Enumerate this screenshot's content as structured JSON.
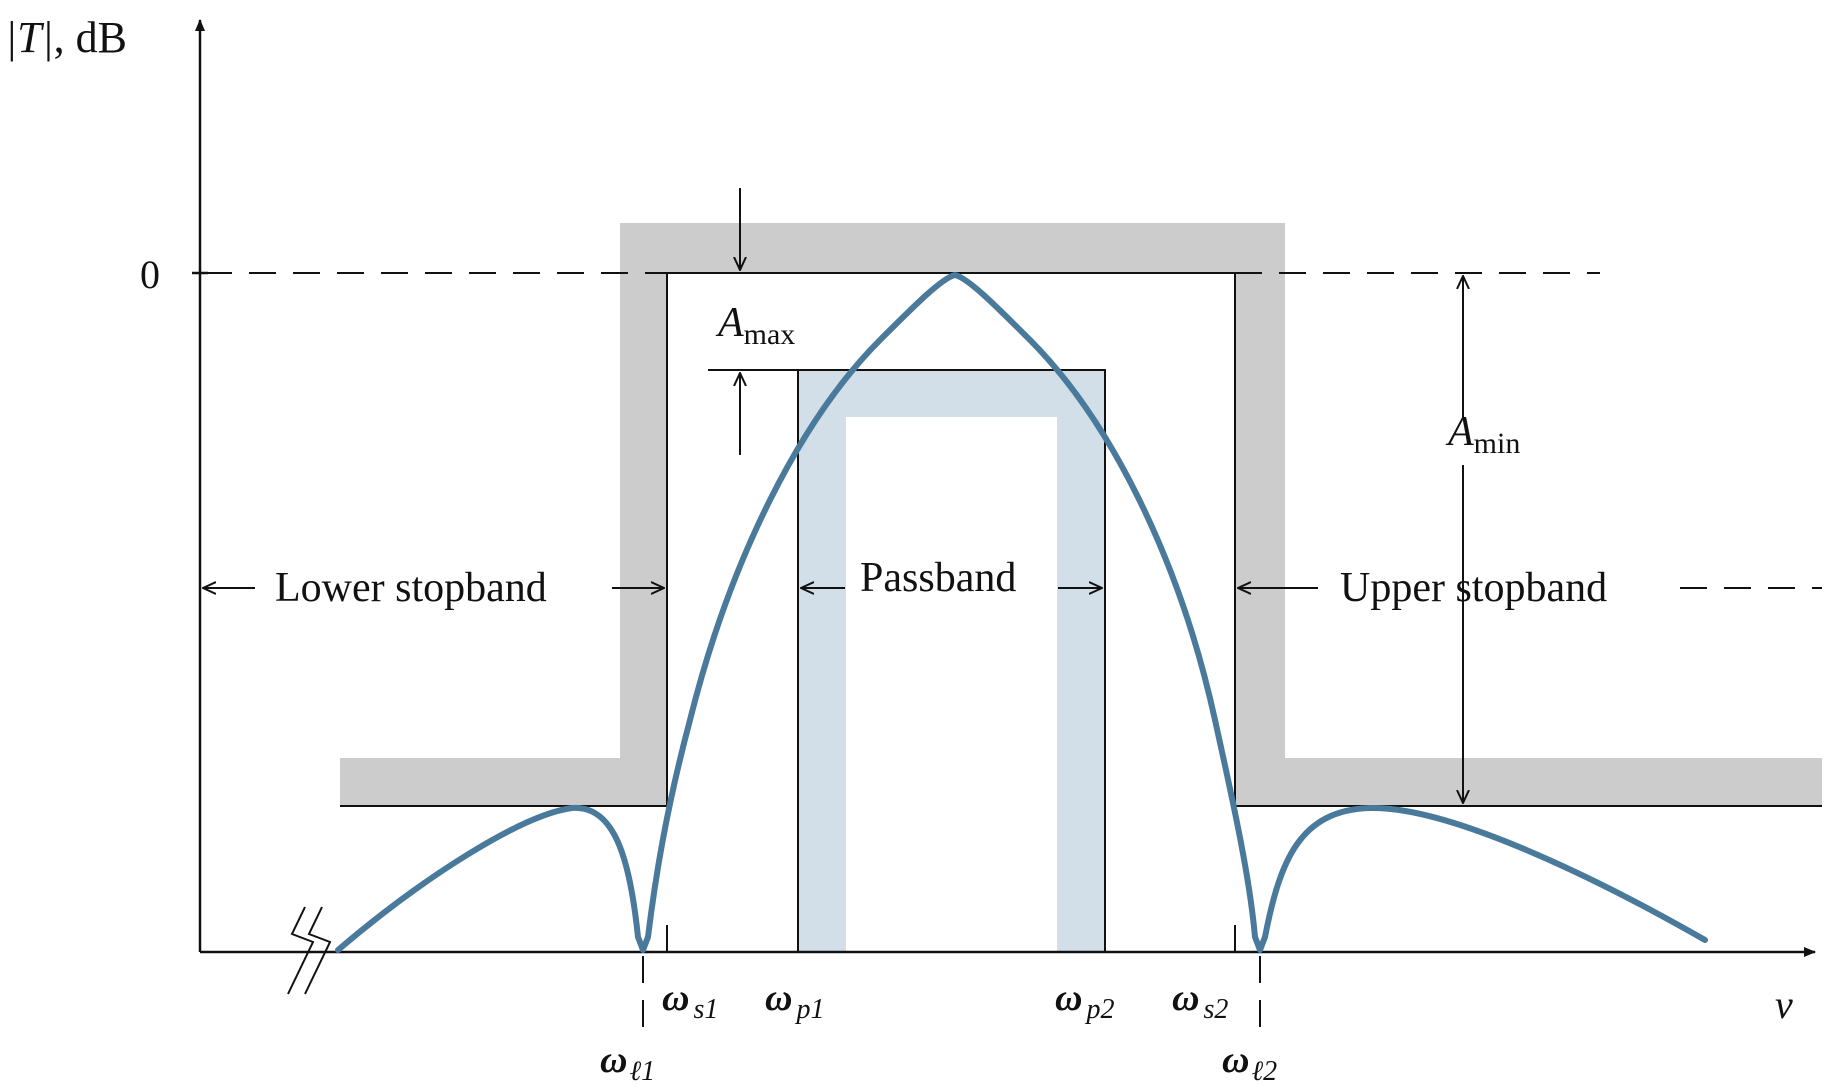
{
  "axes": {
    "y_label_T": "|T|",
    "y_label_unit": ", dB",
    "zero_tick": "0",
    "x_label": "ν"
  },
  "annotations": {
    "a_max_main": "A",
    "a_max_sub": "max",
    "a_min_main": "A",
    "a_min_sub": "min"
  },
  "bands": {
    "lower_stopband": "Lower stopband",
    "passband": "Passband",
    "upper_stopband": "Upper stopband"
  },
  "frequencies": {
    "ws1": {
      "main": "ω",
      "sub": "s1"
    },
    "wp1": {
      "main": "ω",
      "sub": "p1"
    },
    "wp2": {
      "main": "ω",
      "sub": "p2"
    },
    "ws2": {
      "main": "ω",
      "sub": "s2"
    },
    "wl1": {
      "main": "ω",
      "sub": "ℓ1"
    },
    "wl2": {
      "main": "ω",
      "sub": "ℓ2"
    }
  },
  "colors": {
    "response_curve": "#4a7a9b",
    "stopband_shade": "#cccccc",
    "passband_shade": "#d3dfe8",
    "line": "#111111"
  }
}
